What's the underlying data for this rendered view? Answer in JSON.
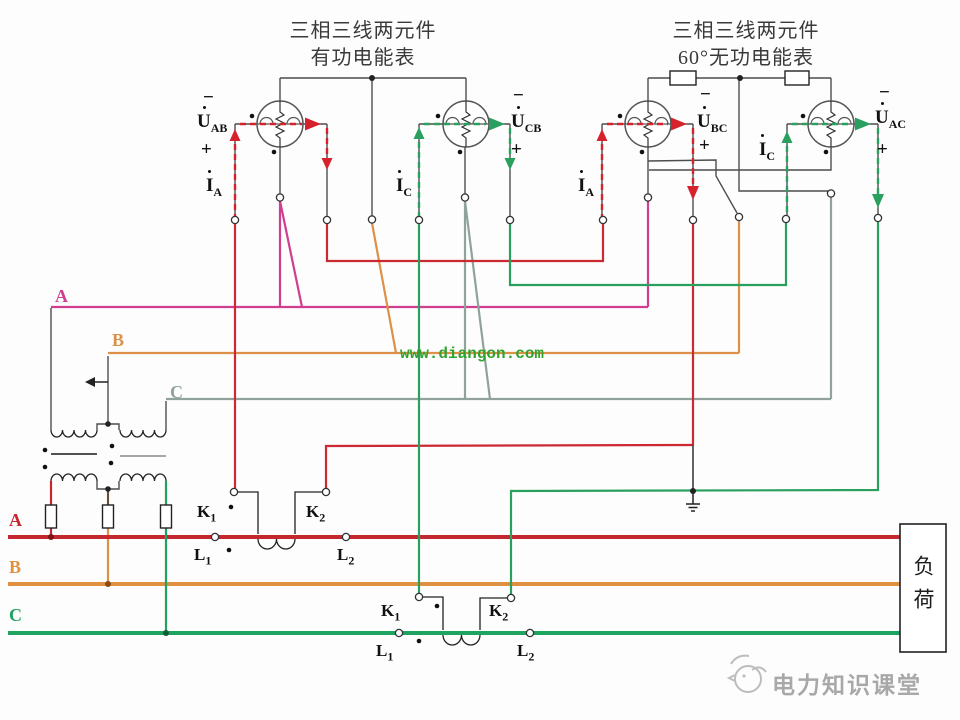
{
  "titles": {
    "active": {
      "line1": "三相三线两元件",
      "line2": "有功电能表"
    },
    "reactive": {
      "line1": "三相三线两元件",
      "line2": "60°无功电能表"
    }
  },
  "meters": [
    {
      "voltage": {
        "main": "U",
        "sub": "AB"
      },
      "current": {
        "main": "I",
        "sub": "A"
      },
      "minus": "−",
      "plus": "+"
    },
    {
      "voltage": {
        "main": "U",
        "sub": "CB"
      },
      "current": {
        "main": "I",
        "sub": "C"
      },
      "minus": "−",
      "plus": "+"
    },
    {
      "voltage": {
        "main": "U",
        "sub": "BC"
      },
      "current": {
        "main": "I",
        "sub": "A"
      },
      "minus": "−",
      "plus": "+"
    },
    {
      "voltage": {
        "main": "U",
        "sub": "AC"
      },
      "current": {
        "main": "I",
        "sub": "C"
      },
      "minus": "−",
      "plus": "+"
    }
  ],
  "sense_labels": [
    "A",
    "B",
    "C"
  ],
  "bus_labels": [
    "A",
    "B",
    "C"
  ],
  "ct_a": {
    "k1": {
      "main": "K",
      "sub": "1"
    },
    "k2": {
      "main": "K",
      "sub": "2"
    },
    "l1": {
      "main": "L",
      "sub": "1"
    },
    "l2": {
      "main": "L",
      "sub": "2"
    }
  },
  "ct_c": {
    "k1": {
      "main": "K",
      "sub": "1"
    },
    "k2": {
      "main": "K",
      "sub": "2"
    },
    "l1": {
      "main": "L",
      "sub": "1"
    },
    "l2": {
      "main": "L",
      "sub": "2"
    }
  },
  "load_label": "负荷",
  "watermark": "www.diangon.com",
  "brand": {
    "name": "电力知识课堂"
  },
  "colors": {
    "phase_a_bus": "#c4272e",
    "phase_b_bus": "#e0913f",
    "phase_c_bus": "#1ea45f",
    "sense_a": "#cf3e8f",
    "sense_b": "#dd9048",
    "sense_c": "#8fa39b",
    "current_red": "#cc2a33",
    "current_green": "#2aa05f",
    "watermark_green": "#2ea32e"
  }
}
